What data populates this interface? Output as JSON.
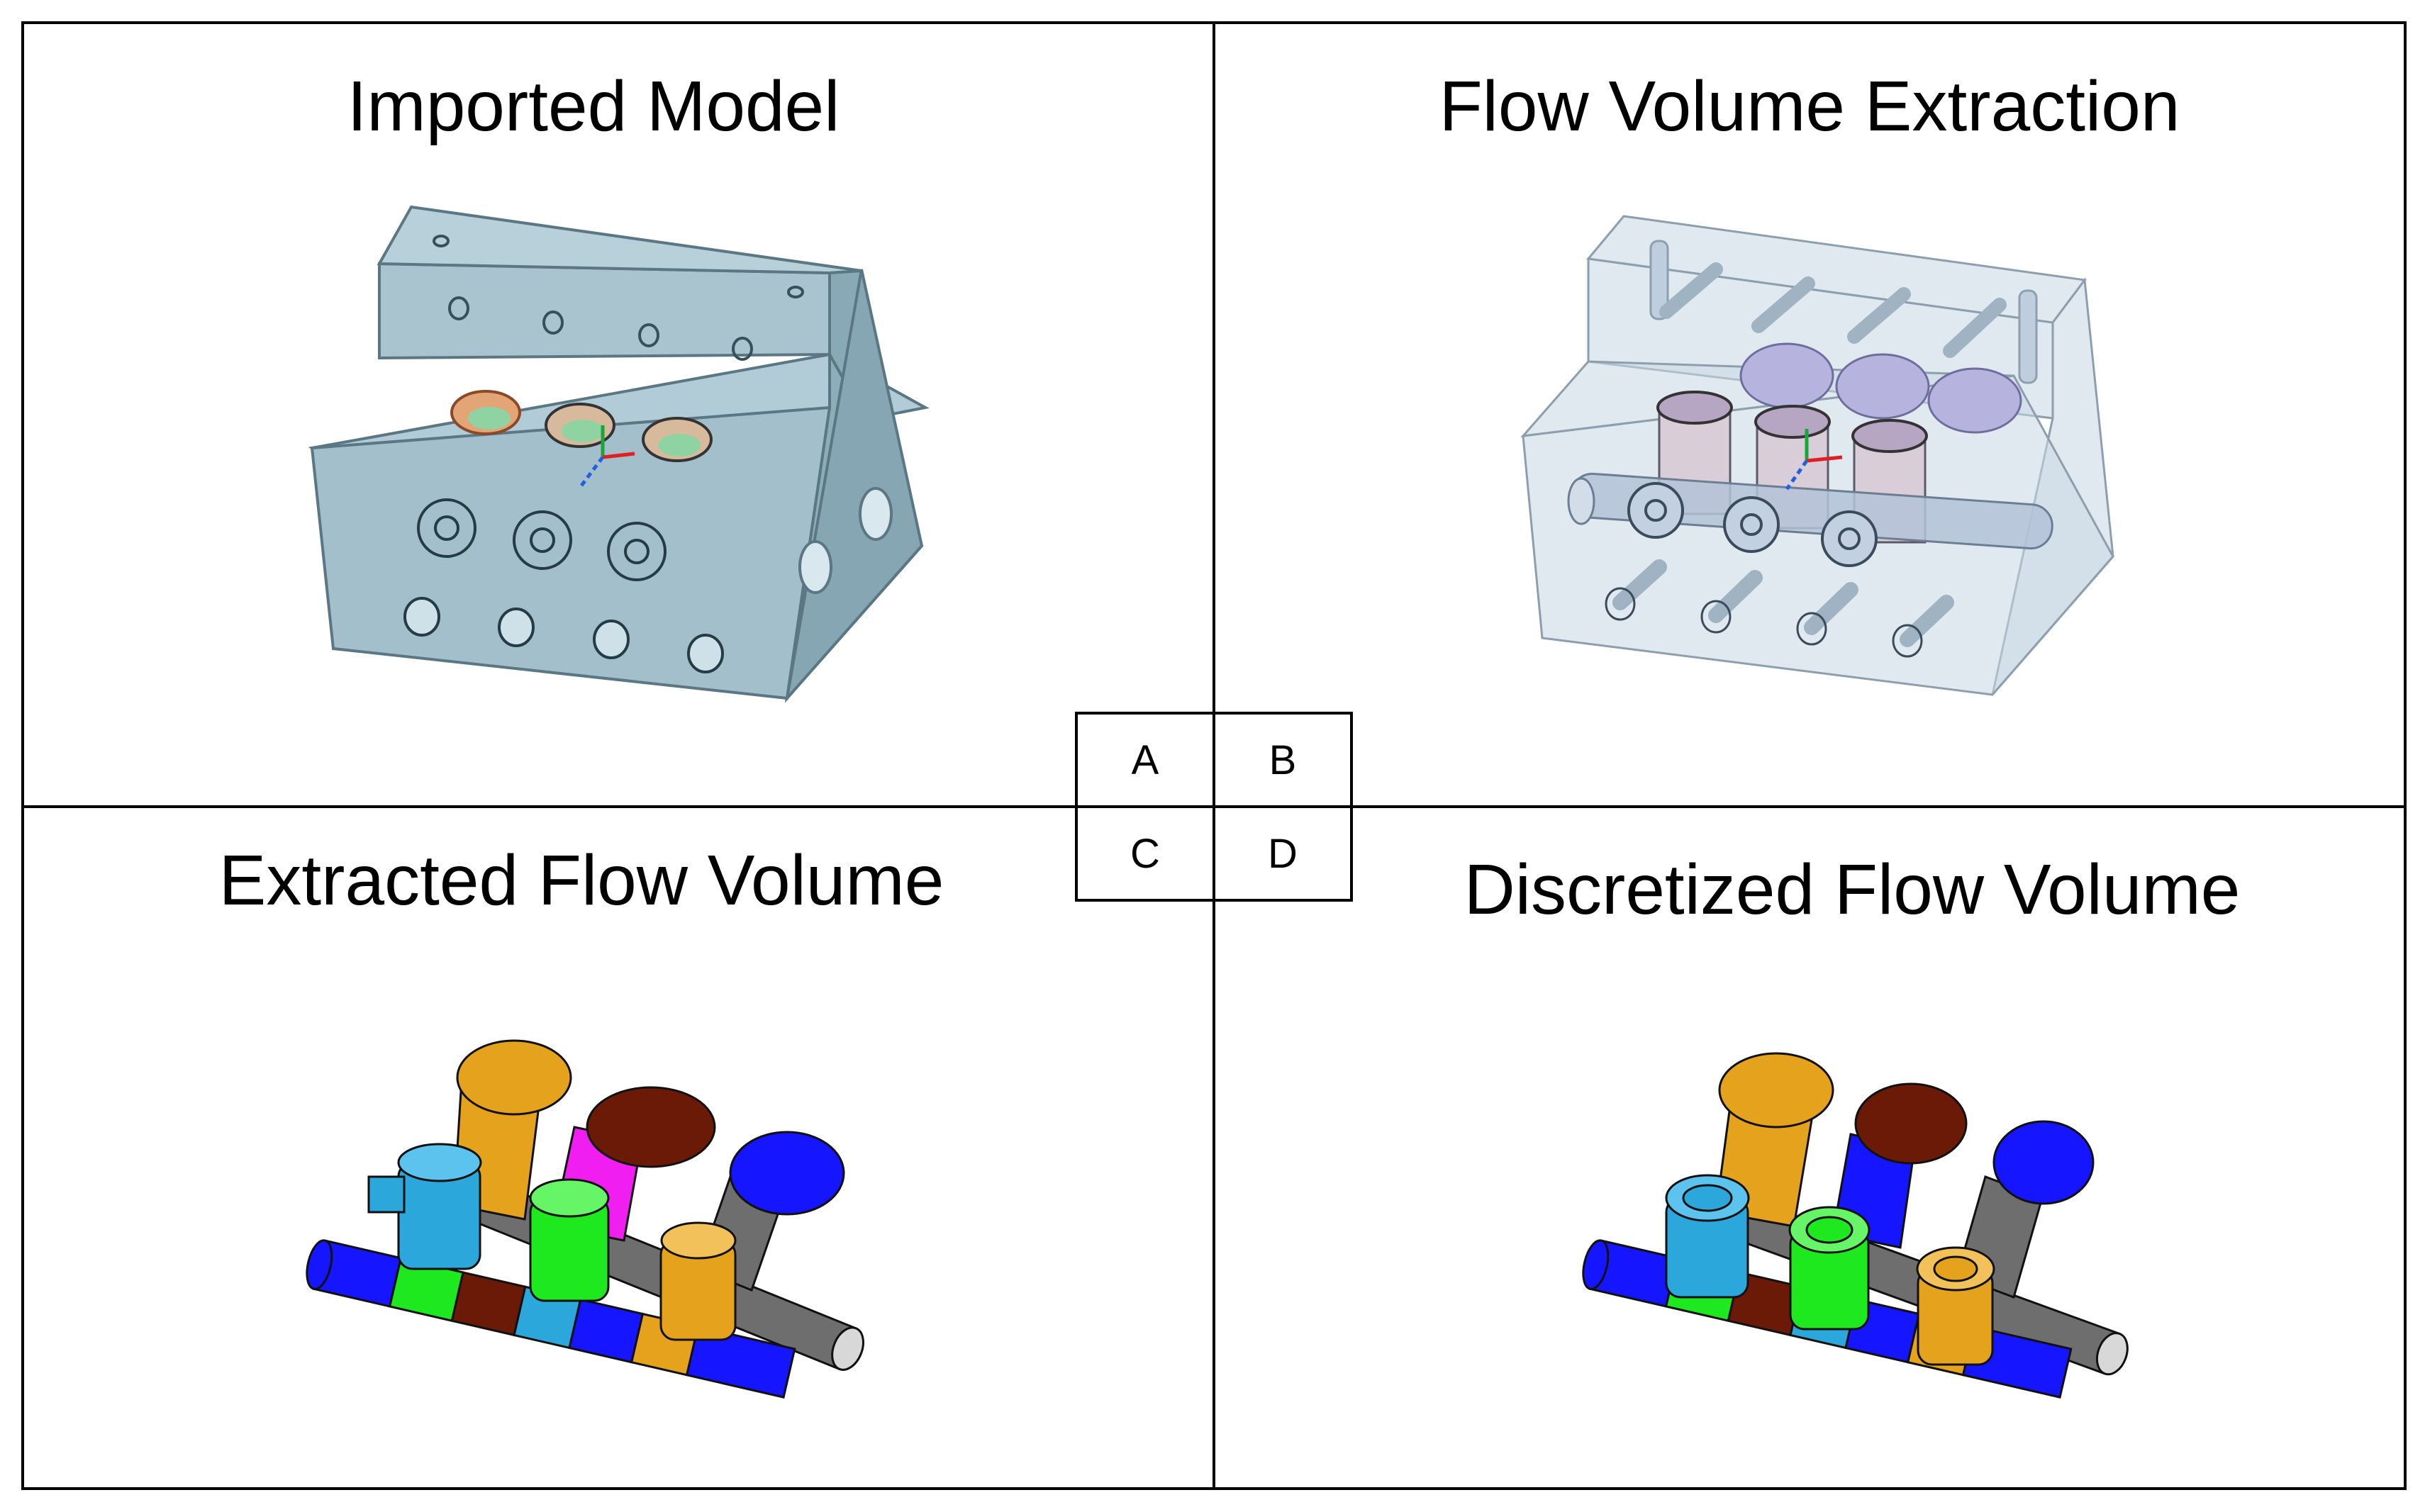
{
  "panels": {
    "a": {
      "title": "Imported Model"
    },
    "b": {
      "title": "Flow Volume Extraction"
    },
    "c": {
      "title": "Extracted Flow Volume"
    },
    "d": {
      "title": "Discretized Flow Volume"
    }
  },
  "key": {
    "a": "A",
    "b": "B",
    "c": "C",
    "d": "D"
  },
  "colors": {
    "block": "#a3bfcb",
    "block_dark": "#7f9fae",
    "glass": "#c9d7e3",
    "lavender": "#b6b4df",
    "blue": "#1515ff",
    "orange": "#e5a21c",
    "cyan": "#2ba7dc",
    "green": "#1ee81e",
    "brown": "#6a1a06",
    "magenta": "#f01ef0",
    "gray": "#6e6e6e"
  }
}
